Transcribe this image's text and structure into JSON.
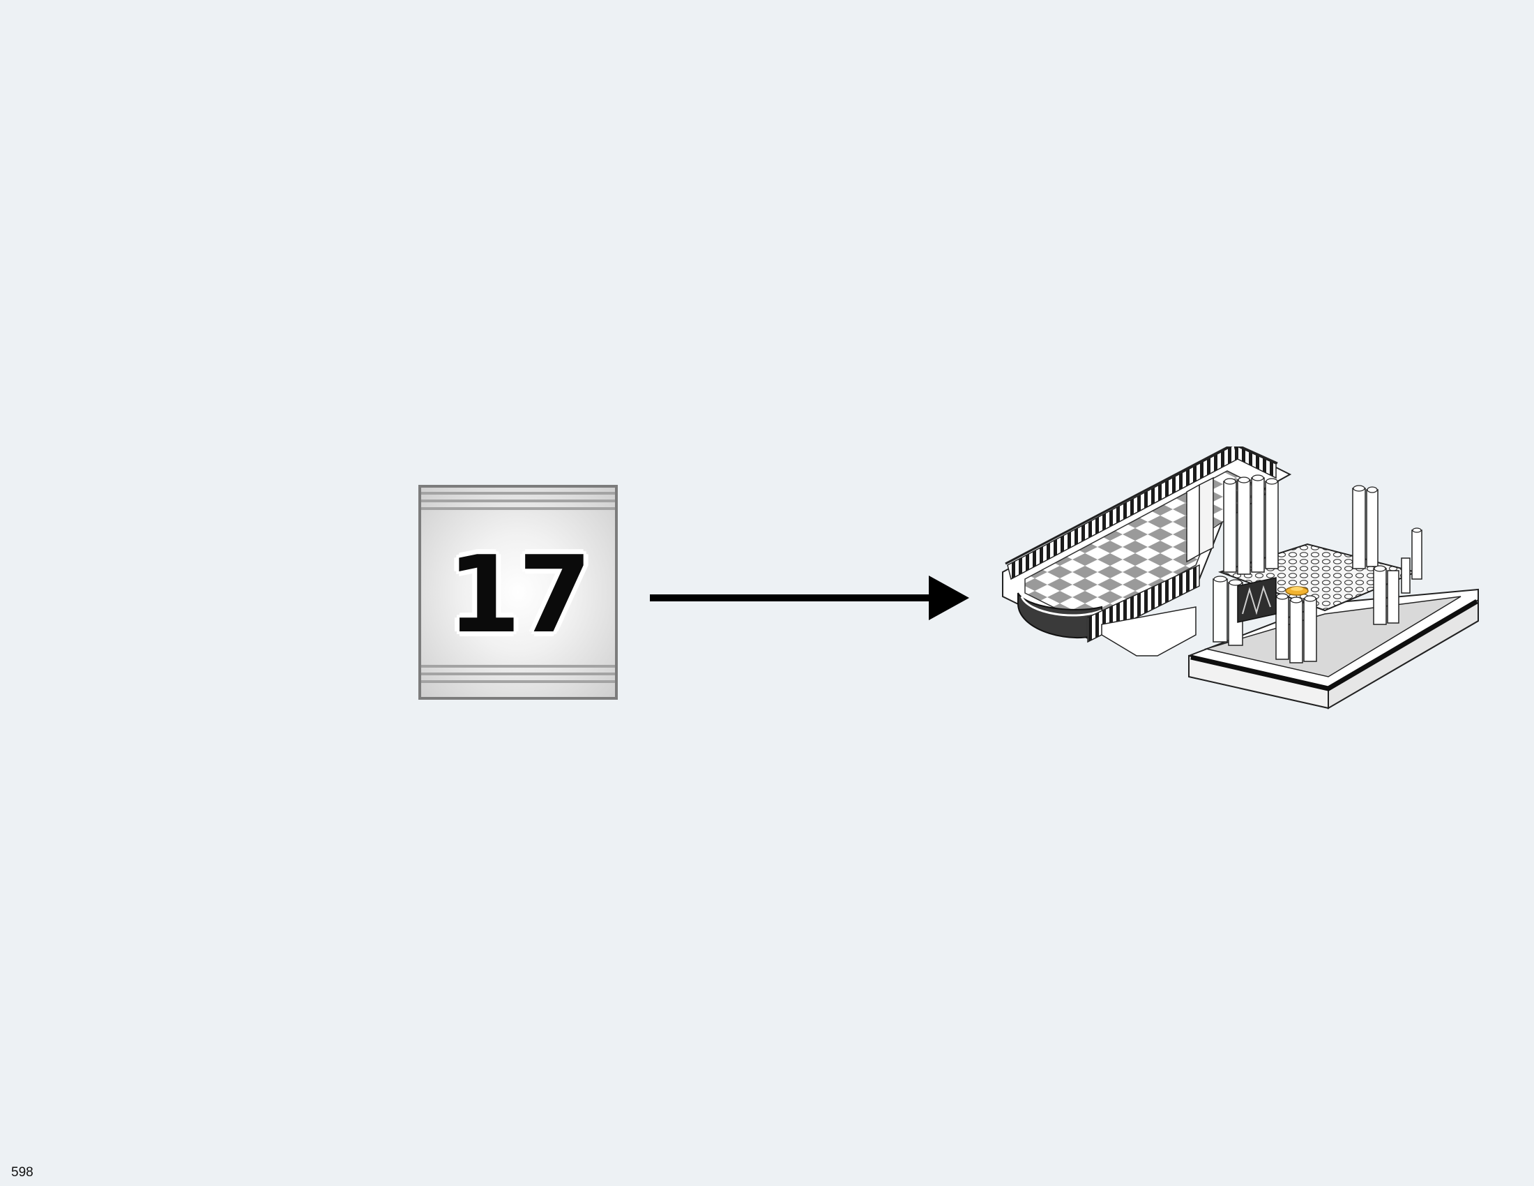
{
  "bag": {
    "number": "17"
  },
  "page": {
    "number": "598"
  },
  "colors": {
    "background": "#edf1f4",
    "arrow": "#000000",
    "bag_border": "#7c7c7c",
    "highlight_part": "#f2b330"
  },
  "icons": {
    "bag": "numbered-parts-bag-icon",
    "arrow": "right-arrow-icon",
    "model": "built-model-illustration"
  }
}
